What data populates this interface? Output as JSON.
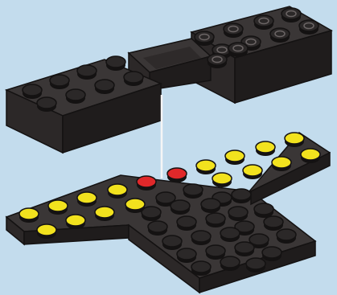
{
  "scene": {
    "subject": "building-instruction-step",
    "parts": [
      {
        "part": "brick",
        "size": "2x4",
        "color": "dark-gray"
      },
      {
        "part": "plate",
        "size": "2x4",
        "color": "dark-gray"
      },
      {
        "part": "brick",
        "size": "2x4",
        "color": "dark-gray"
      },
      {
        "part": "plate",
        "size": "cross-shaped",
        "color": "dark-gray"
      }
    ]
  },
  "colors": {
    "background": "#c3dced",
    "element_dark": "#3a3636",
    "stud_dark": "#2b2828",
    "stud_highlight_yellow": "#f2e21e",
    "stud_highlight_red": "#e0282a",
    "outline": "#141212",
    "guide_line": "#f5f5f5"
  },
  "highlight": {
    "yellow_stud_count": 16,
    "red_stud_count": 2
  }
}
